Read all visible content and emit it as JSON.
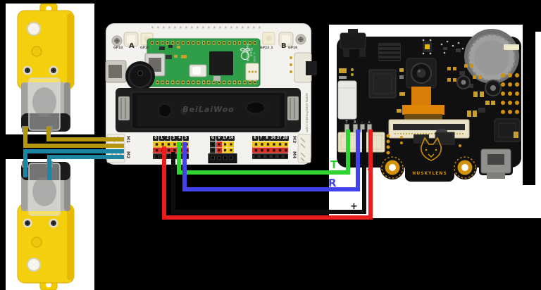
{
  "background": "#000000",
  "breakout_board": {
    "top_silk": {
      "gp18": "GP18",
      "button_a": "A",
      "gp22": "GP22",
      "gp22_1": "GP22_1",
      "button_b": "B",
      "gp19": "GP19"
    },
    "battery_holder_brand": "BeiLaiWoo",
    "motor_ports": {
      "m1": "M1",
      "m2": "M2",
      "m3": "M3",
      "m4": "M4"
    },
    "edge_url": "www.elecfreaks.com",
    "pin_labels": {
      "left": [
        "0",
        "1",
        "2",
        "3",
        "4",
        "5"
      ],
      "middle": [
        "G",
        "V",
        "17",
        "16"
      ],
      "right": [
        "6",
        "7",
        "8",
        "26",
        "27",
        "28"
      ]
    },
    "pico": {
      "line1": "Raspberry Pi",
      "line2": "Pico H",
      "year": "© 2021"
    }
  },
  "huskylens": {
    "port_pins": [
      "T",
      "R",
      "-",
      "+"
    ],
    "brand": "HUSKYLENS"
  },
  "wire_labels": {
    "t": {
      "text": "T",
      "color": "#2ed52e"
    },
    "r": {
      "text": "R",
      "color": "#4646e8"
    },
    "minus": {
      "text": "-",
      "color": "#e82222"
    },
    "plus": {
      "text": "+",
      "color": "#111111"
    }
  },
  "wire_colors": {
    "motor_top_pair": "#b3950e",
    "motor_bottom_pair": "#1a86a2",
    "tx_green": "#2ed52e",
    "rx_blue": "#4343ee",
    "power_red": "#ea1c1c",
    "ground_black": "#0d0d0d"
  }
}
